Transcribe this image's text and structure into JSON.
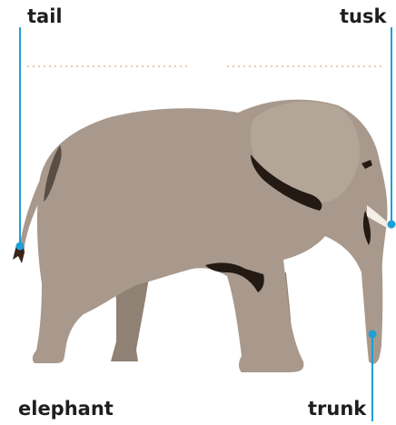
{
  "labels": {
    "tail": "tail",
    "tusk": "tusk",
    "trunk": "trunk",
    "elephant": "elephant"
  },
  "colors": {
    "elephant_body": "#a8998c",
    "elephant_shadow": "#8f8174",
    "elephant_dark": "#241a14",
    "tusk": "#f4efe6",
    "leader_line": "#1e9fd6",
    "dotted_guide": "#e3b890",
    "text": "#1e1e1e"
  },
  "icons": [
    "elephant-illustration"
  ]
}
